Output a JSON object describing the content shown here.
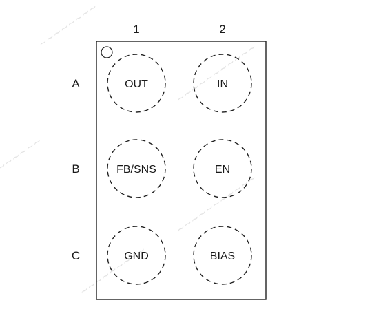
{
  "columns": [
    "1",
    "2"
  ],
  "rows": [
    "A",
    "B",
    "C"
  ],
  "pins": [
    {
      "row": "A",
      "col": "1",
      "label": "OUT"
    },
    {
      "row": "A",
      "col": "2",
      "label": "IN"
    },
    {
      "row": "B",
      "col": "1",
      "label": "FB/SNS"
    },
    {
      "row": "B",
      "col": "2",
      "label": "EN"
    },
    {
      "row": "C",
      "col": "1",
      "label": "GND"
    },
    {
      "row": "C",
      "col": "2",
      "label": "BIAS"
    }
  ],
  "colors": {
    "outline": "#222222",
    "text": "#1a1a1a"
  }
}
